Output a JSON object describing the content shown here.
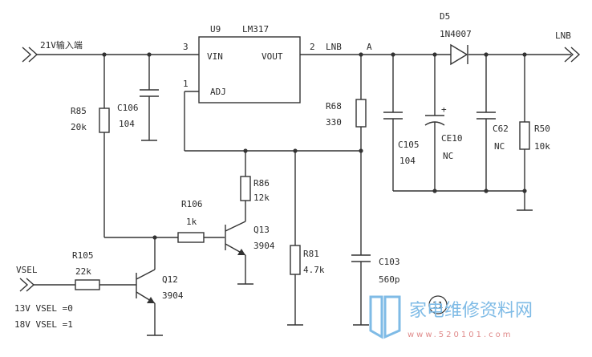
{
  "labels": {
    "input": "21V输入端",
    "output": "LNB",
    "u9_ref": "U9",
    "u9_part": "LM317",
    "pin3": "3",
    "pin2": "2",
    "pin1": "1",
    "vin": "VIN",
    "vout": "VOUT",
    "adj": "ADJ",
    "lnb_node": "LNB",
    "node_a": "A",
    "d5_ref": "D5",
    "d5_part": "1N4007",
    "r85_ref": "R85",
    "r85_val": "20k",
    "c106_ref": "C106",
    "c106_val": "104",
    "r68_ref": "R68",
    "r68_val": "330",
    "c105_ref": "C105",
    "c105_val": "104",
    "ce10_ref": "CE10",
    "ce10_val": "NC",
    "ce10_plus": "+",
    "c62_ref": "C62",
    "c62_val": "NC",
    "r50_ref": "R50",
    "r50_val": "10k",
    "r86_ref": "R86",
    "r86_val": "12k",
    "r106_ref": "R106",
    "r106_val": "1k",
    "q13_ref": "Q13",
    "q13_part": "3904",
    "r81_ref": "R81",
    "r81_val": "4.7k",
    "c103_ref": "C103",
    "c103_val": "560p",
    "vsel": "VSEL",
    "r105_ref": "R105",
    "r105_val": "22k",
    "q12_ref": "Q12",
    "q12_part": "3904",
    "note_13v": "13V VSEL =0",
    "note_18v": "18V VSEL =1",
    "figure_no": "11",
    "watermark_cn": "家电维修资料网",
    "watermark_url": "www.520101.com"
  },
  "colors": {
    "ink": "#333333",
    "watermark_blue": "#7fbbe6",
    "watermark_red": "#e08b8b"
  }
}
